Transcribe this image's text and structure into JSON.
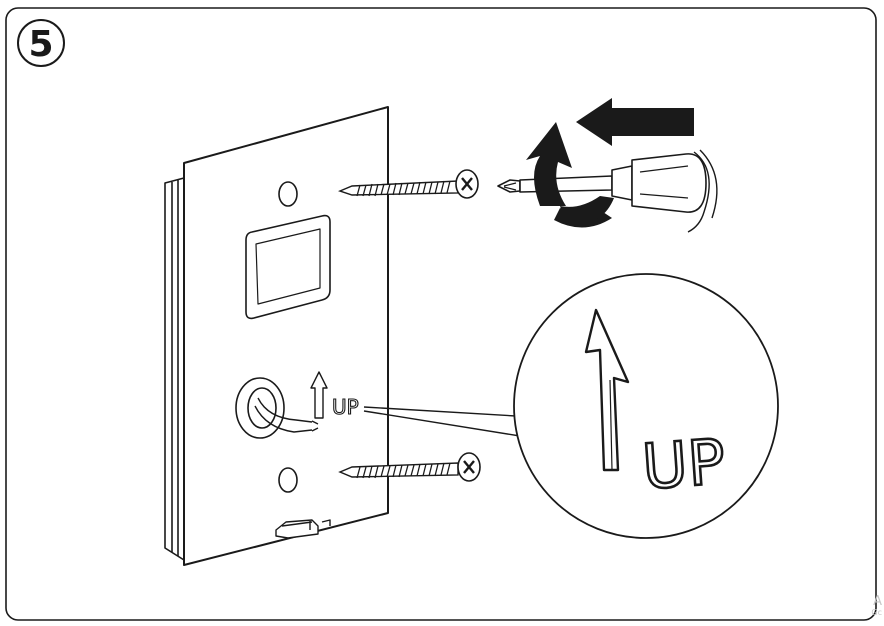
{
  "step": {
    "number": "5"
  },
  "plate": {
    "marking": "UP"
  },
  "callout": {
    "marking": "UP"
  },
  "watermark": {
    "line1": "A",
    "line2": "Gc"
  },
  "colors": {
    "ink": "#1a1a1a",
    "fill": "#ffffff"
  },
  "icons": [
    "turn-arrow-icon",
    "push-arrow-icon",
    "screwdriver-icon",
    "screw-icon",
    "up-arrow-icon"
  ]
}
